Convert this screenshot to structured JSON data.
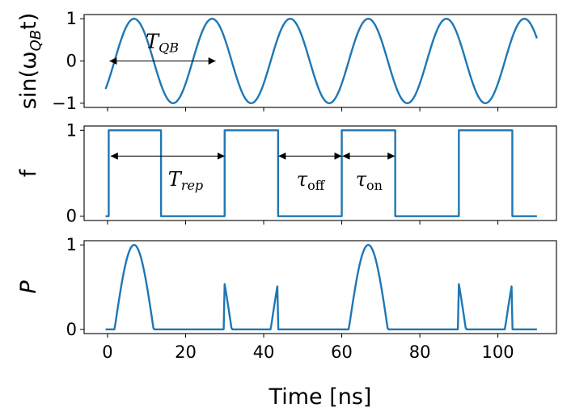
{
  "chart_data": {
    "type": "line",
    "x_axis": {
      "label": "Time [ns]",
      "range": [
        -6,
        115
      ],
      "ticks": [
        0,
        20,
        40,
        60,
        80,
        100
      ],
      "tick_labels": [
        "0",
        "20",
        "40",
        "60",
        "80",
        "100"
      ]
    },
    "line_color": "#1f77b4",
    "panels": [
      {
        "id": "sin",
        "ylabel": "sin(ω_QB t)",
        "ylabel_main": "sin(ω",
        "ylabel_sub": "QB",
        "ylabel_tail": "t)",
        "ylim": [
          -1.1,
          1.1
        ],
        "yticks": [
          -1,
          0,
          1
        ],
        "ytick_labels": [
          "−1",
          "0",
          "1"
        ],
        "series": {
          "kind": "sinusoid",
          "period_ns": 20,
          "phase_peak_ns": 6.8,
          "x_start": -0.5,
          "x_end": 110,
          "sample_step": 0.25
        },
        "annotations": [
          {
            "label_main": "T",
            "label_sub": "QB",
            "x0": 0.5,
            "x1": 27.7,
            "y": 0,
            "label_x": 14,
            "label_y": 0.5
          }
        ]
      },
      {
        "id": "f",
        "ylabel": "f",
        "ylim": [
          -0.05,
          1.05
        ],
        "yticks": [
          0,
          1
        ],
        "ytick_labels": [
          "0",
          "1"
        ],
        "series": {
          "kind": "step",
          "x": [
            -0.5,
            0.3,
            0.3,
            13.7,
            13.7,
            30.0,
            30.0,
            43.7,
            43.7,
            60.0,
            60.0,
            73.7,
            73.7,
            90.0,
            90.0,
            103.7,
            103.7,
            110
          ],
          "y": [
            0,
            0,
            1,
            1,
            0,
            0,
            1,
            1,
            0,
            0,
            1,
            1,
            0,
            0,
            1,
            1,
            0,
            0
          ]
        },
        "annotations": [
          {
            "label_main": "T",
            "label_sub": "rep",
            "x0": 0.8,
            "x1": 30.0,
            "y": 0.7,
            "label_x": 20,
            "label_y": 0.45
          },
          {
            "label_main": "τ",
            "label_sub": "off",
            "x0": 43.8,
            "x1": 60.0,
            "y": 0.7,
            "label_x": 52,
            "label_y": 0.45
          },
          {
            "label_main": "τ",
            "label_sub": "on",
            "x0": 60.2,
            "x1": 73.6,
            "y": 0.7,
            "label_x": 67,
            "label_y": 0.45
          }
        ]
      },
      {
        "id": "P",
        "ylabel": "P",
        "ylim": [
          -0.05,
          1.05
        ],
        "yticks": [
          0,
          1
        ],
        "ytick_labels": [
          "0",
          "1"
        ],
        "series": {
          "kind": "pulsed_sinusoid",
          "period_ns": 20,
          "phase_peak_ns": 6.8,
          "on_windows": [
            [
              0.3,
              13.7
            ],
            [
              30.0,
              43.7
            ],
            [
              60.0,
              73.7
            ],
            [
              90.0,
              103.7
            ]
          ],
          "x_start": -0.5,
          "x_end": 110,
          "sample_step": 0.25
        }
      }
    ]
  }
}
